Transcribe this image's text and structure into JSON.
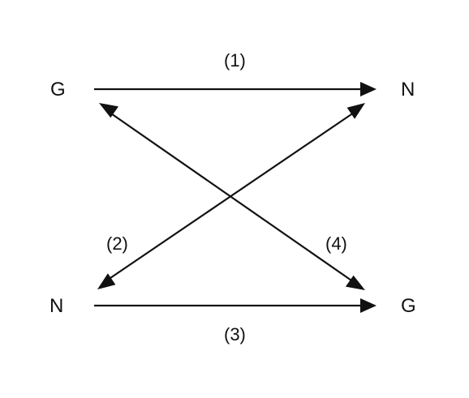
{
  "nodes": {
    "top_left": "G",
    "top_right": "N",
    "bottom_left": "N",
    "bottom_right": "G"
  },
  "edges": {
    "top": "(1)",
    "left_diagonal": "(2)",
    "bottom": "(3)",
    "right_diagonal": "(4)"
  },
  "colors": {
    "ink": "#111111",
    "background": "#ffffff"
  }
}
